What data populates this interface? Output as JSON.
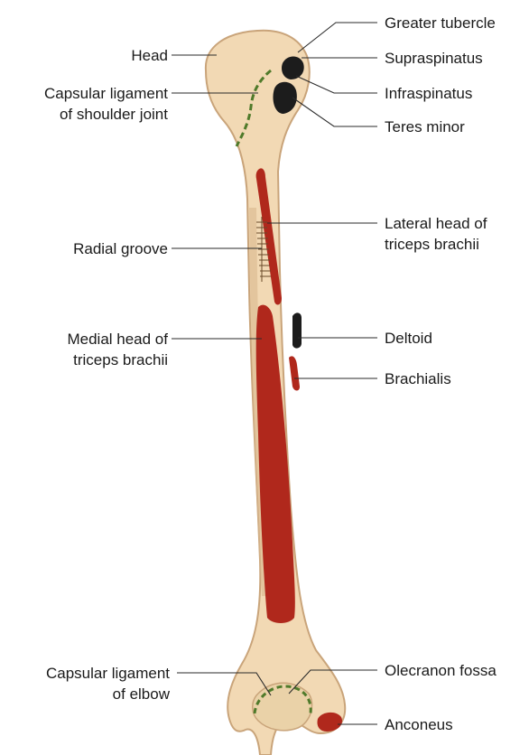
{
  "colors": {
    "bone_fill": "#f2d9b4",
    "bone_edge": "#c9a47a",
    "muscle_red": "#b0281c",
    "attachment_dark": "#1c1c1c",
    "capsule_green": "#4f7a2a",
    "background": "#ffffff"
  },
  "labels": {
    "head": "Head",
    "capsular_shoulder_line1": "Capsular ligament",
    "capsular_shoulder_line2": "of shoulder joint",
    "radial_groove": "Radial groove",
    "medial_head_line1": "Medial head of",
    "medial_head_line2": "triceps brachii",
    "capsular_elbow_line1": "Capsular ligament",
    "capsular_elbow_line2": "of elbow",
    "greater_tubercle": "Greater tubercle",
    "supraspinatus": "Supraspinatus",
    "infraspinatus": "Infraspinatus",
    "teres_minor": "Teres minor",
    "lateral_head_line1": "Lateral head of",
    "lateral_head_line2": "triceps brachii",
    "deltoid": "Deltoid",
    "brachialis": "Brachialis",
    "olecranon_fossa": "Olecranon fossa",
    "anconeus": "Anconeus"
  }
}
